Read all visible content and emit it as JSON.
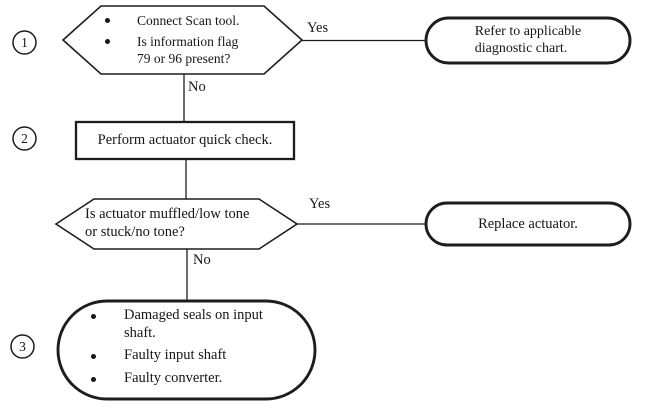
{
  "colors": {
    "ink": "#1a1a1a",
    "background": "#ffffff"
  },
  "flowchart": {
    "step1": {
      "number": "1",
      "decision_items": [
        "Connect Scan tool.",
        "Is information flag\n79 or 96 present?"
      ],
      "yes_label": "Yes",
      "no_label": "No",
      "yes_result": "Refer to applicable\ndiagnostic chart."
    },
    "step2": {
      "number": "2",
      "action": "Perform actuator quick check.",
      "decision": "Is actuator muffled/low tone\nor stuck/no tone?",
      "yes_label": "Yes",
      "no_label": "No",
      "yes_result": "Replace actuator."
    },
    "step3": {
      "number": "3",
      "cause_items": [
        "Damaged seals on input\nshaft.",
        "Faulty input shaft",
        "Faulty converter."
      ]
    }
  }
}
